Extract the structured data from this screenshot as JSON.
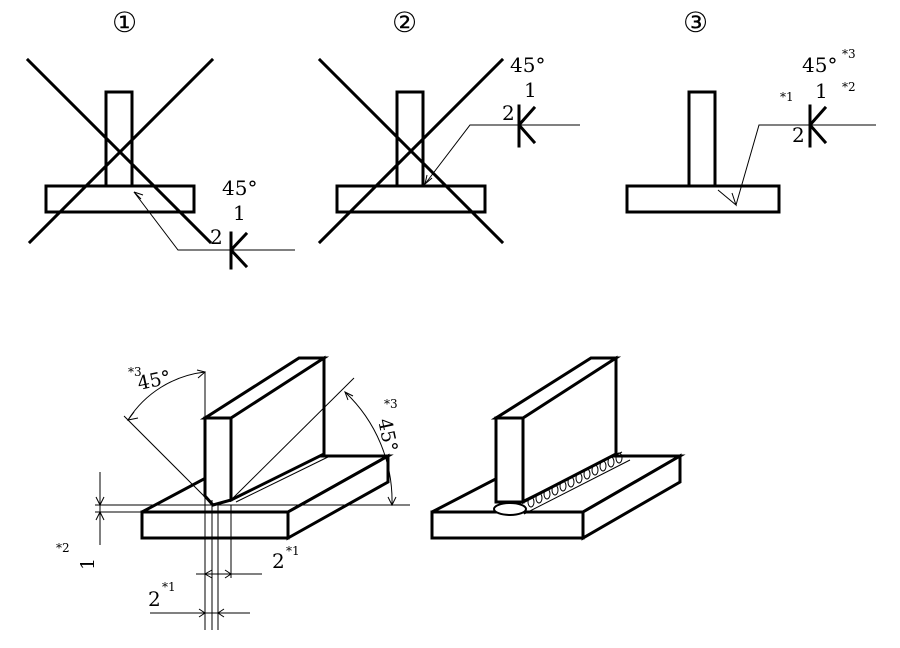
{
  "panels": [
    {
      "marker": "①",
      "angle": "45°",
      "root_gap": "1",
      "leg": "2"
    },
    {
      "marker": "②",
      "angle": "45°",
      "root_gap": "1",
      "leg": "2"
    },
    {
      "marker": "③",
      "angle": "45°",
      "angle_note": "*3",
      "root_gap": "1",
      "root_note": "*2",
      "leg": "2",
      "leg_note": "*1"
    }
  ],
  "iso": {
    "angle_left": "45°",
    "angle_left_note": "*3",
    "angle_right": "45°",
    "angle_right_note": "*3",
    "gap_value": "1",
    "gap_note": "*2",
    "leg_right": "2",
    "leg_right_note": "*1",
    "leg_bottom": "2",
    "leg_bottom_note": "*1"
  }
}
